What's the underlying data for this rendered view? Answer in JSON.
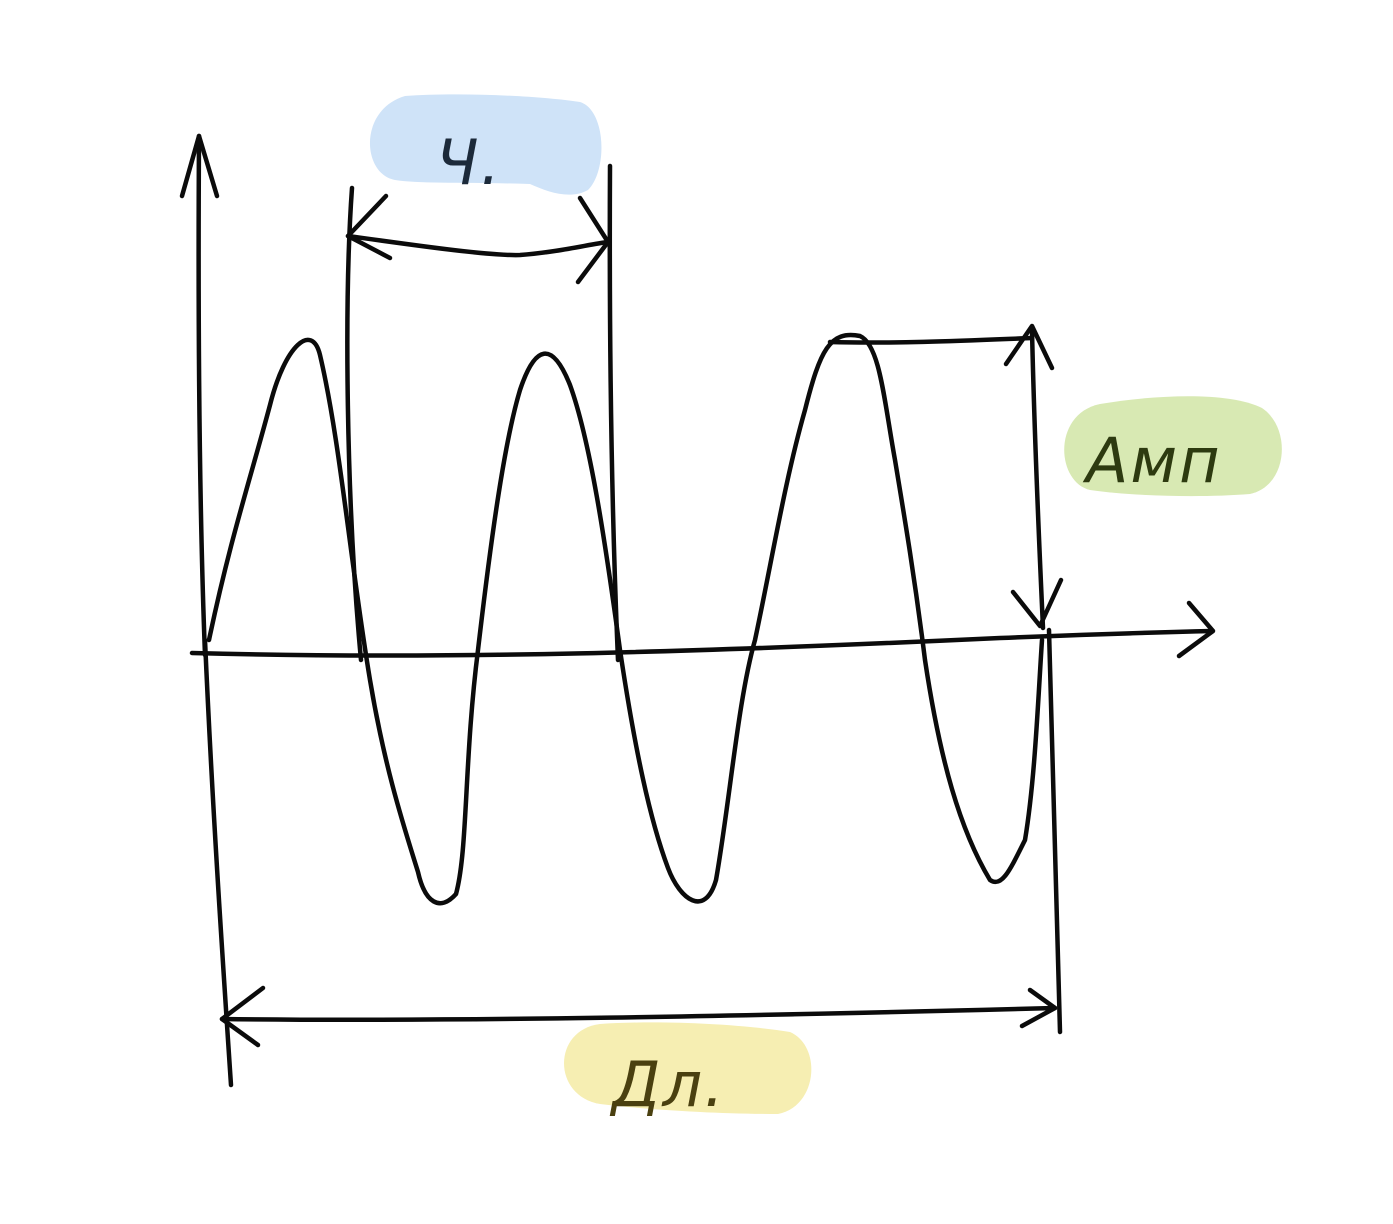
{
  "labels": {
    "period": "Ч.",
    "amplitude": "Амп",
    "length": "Дл."
  },
  "colors": {
    "ink": "#0b0b0b",
    "period_highlight": "#cfe3f8",
    "period_text": "#1c2a3a",
    "amplitude_highlight": "#d8e9b3",
    "amplitude_text": "#2d3a10",
    "length_highlight": "#f6eeb2",
    "length_text": "#4a4010"
  }
}
